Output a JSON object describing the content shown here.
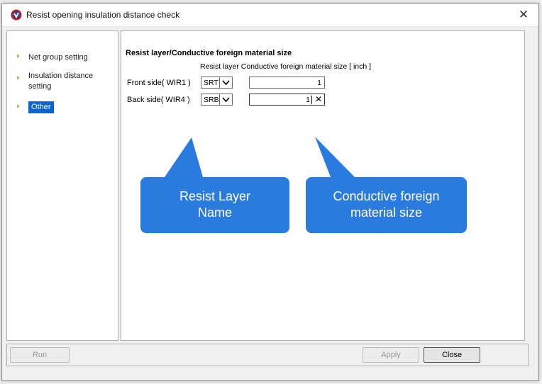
{
  "window": {
    "title": "Resist opening insulation distance check",
    "close_label": "✕"
  },
  "nav": {
    "items": [
      {
        "label": "Net group setting",
        "selected": false
      },
      {
        "label": "Insulation distance setting",
        "selected": false
      },
      {
        "label": "Other",
        "selected": true
      }
    ]
  },
  "settings": {
    "section_title": "Resist layer/Conductive foreign material size",
    "col_resist_layer": "Resist layer",
    "col_material_size": "Conductive foreign material size [ inch ]",
    "rows": [
      {
        "label": "Front side( WIR1 )",
        "layer": "SRT",
        "size": "1"
      },
      {
        "label": "Back side( WIR4 )",
        "layer": "SRB",
        "size": "1"
      }
    ],
    "clear_label": "✕"
  },
  "callouts": {
    "resist_layer_name": "Resist Layer\nName",
    "material_size": "Conductive foreign\nmaterial size",
    "color": "#2a7be0"
  },
  "buttons": {
    "run": "Run",
    "apply": "Apply",
    "close": "Close"
  }
}
